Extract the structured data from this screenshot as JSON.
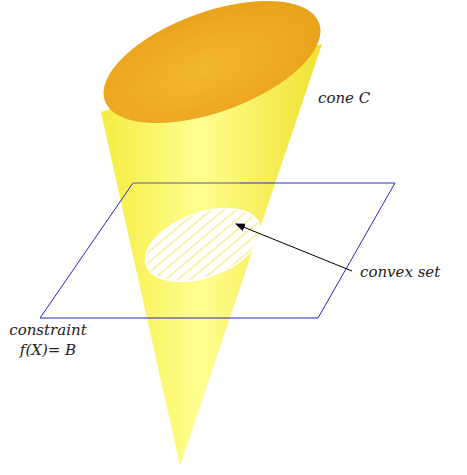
{
  "diagram": {
    "labels": [
      "cone C",
      "convex set",
      "constraint f(X)= B"
    ]
  }
}
